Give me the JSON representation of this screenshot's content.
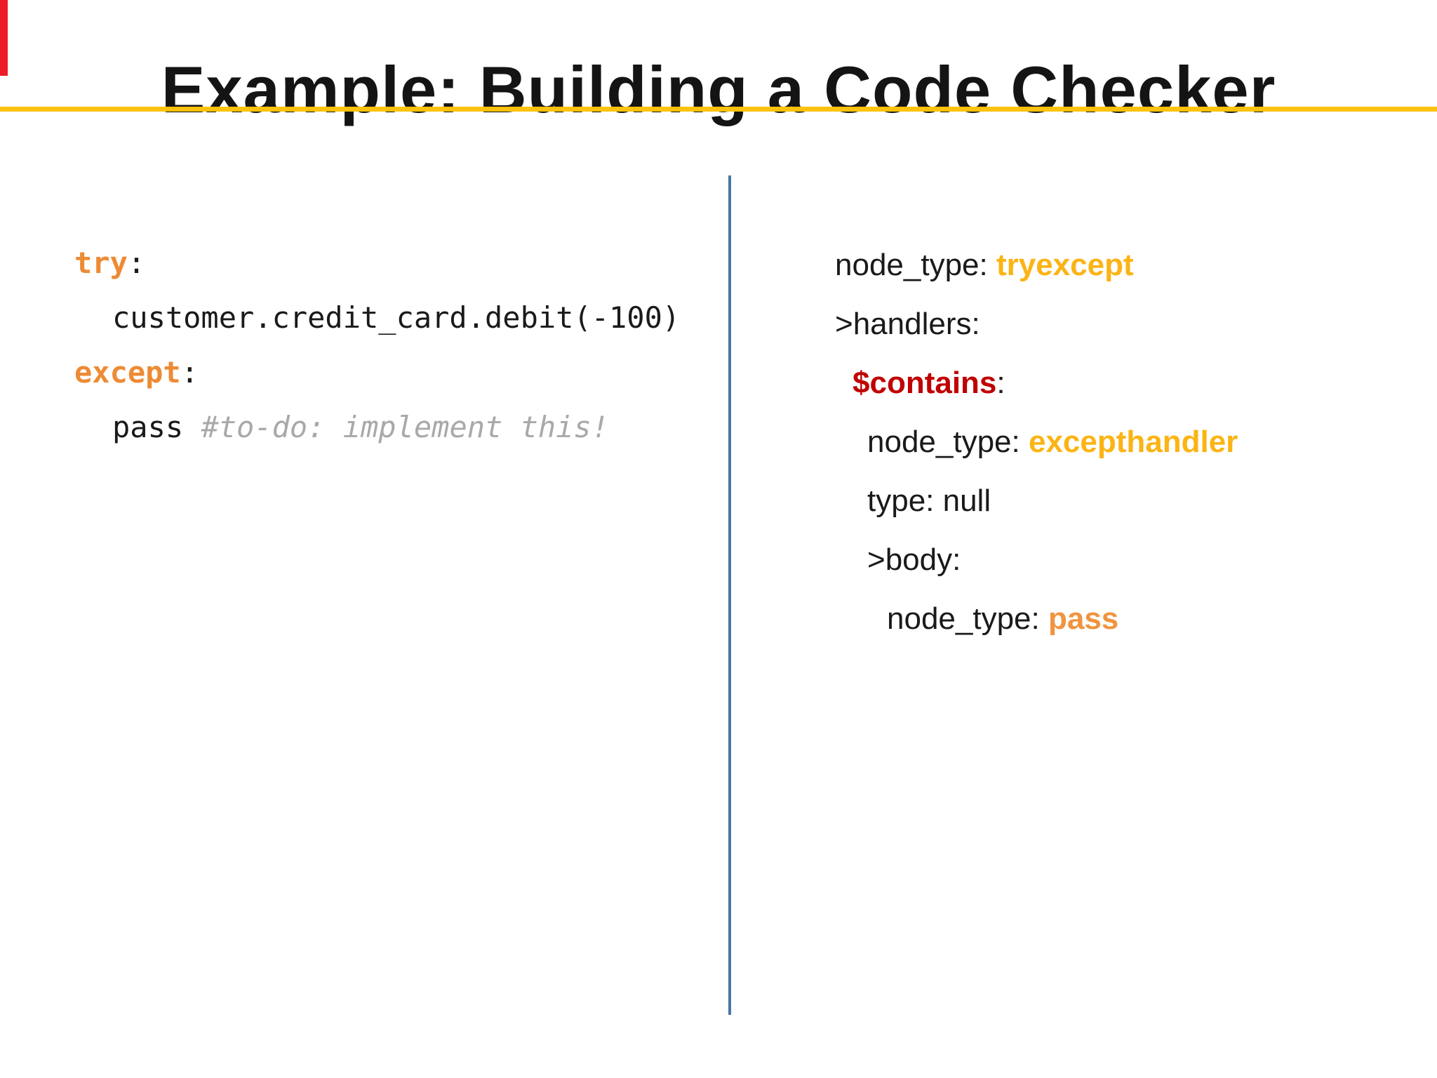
{
  "slide": {
    "title": "Example: Building a Code Checker"
  },
  "colors": {
    "title_rule_gold": "#FDC20D",
    "recording_bar_red": "#EE1C25",
    "divider_blue": "#4977A3",
    "python_keyword_orange": "#ED8B35",
    "comment_gray": "#A9A9A9",
    "pattern_value_gold": "#FBB414",
    "pattern_value_orange": "#F0943F",
    "contains_dark_red": "#C00000"
  },
  "code": {
    "lines": [
      {
        "tokens": [
          {
            "text": "try"
          },
          {
            "text": ":"
          }
        ]
      },
      {
        "tokens": [
          {
            "text": "customer.credit_card.debit(-100)"
          }
        ]
      },
      {
        "tokens": [
          {
            "text": "except"
          },
          {
            "text": ":"
          }
        ]
      },
      {
        "tokens": [
          {
            "text": "pass"
          },
          {
            "text": " #to-do: implement this!"
          }
        ]
      }
    ]
  },
  "pattern": {
    "lines": [
      {
        "tokens": [
          {
            "text": "node_type: "
          },
          {
            "text": "tryexcept"
          }
        ]
      },
      {
        "tokens": [
          {
            "text": ">handlers:"
          }
        ]
      },
      {
        "tokens": [
          {
            "text": "$contains"
          },
          {
            "text": ":"
          }
        ]
      },
      {
        "tokens": [
          {
            "text": "node_type: "
          },
          {
            "text": "excepthandler"
          }
        ]
      },
      {
        "tokens": [
          {
            "text": "type: null"
          }
        ]
      },
      {
        "tokens": [
          {
            "text": ">body:"
          }
        ]
      },
      {
        "tokens": [
          {
            "text": "node_type: "
          },
          {
            "text": "pass"
          }
        ]
      }
    ]
  }
}
